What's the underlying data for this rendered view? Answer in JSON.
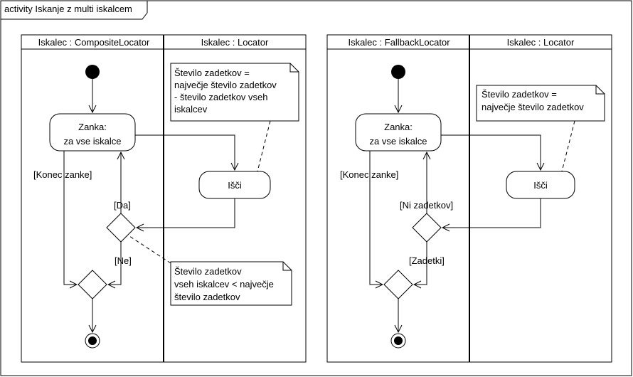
{
  "frame_title": "activity Iskanje z multi iskalcem",
  "left": {
    "lane1_title": "Iskalec : CompositeLocator",
    "lane2_title": "Iskalec : Locator",
    "loop_line1": "Zanka:",
    "loop_line2": "za vse iskalce",
    "search_label": "Išči",
    "end_loop_guard": "[Konec zanke]",
    "guard_yes": "[Da]",
    "guard_no": "[Ne]",
    "note_top": [
      "Število zadetkov =",
      "največje število zadetkov",
      "- število zadetkov vseh",
      "iskalcev"
    ],
    "note_bottom": [
      "Število zadetkov",
      "vseh iskalcev < največje",
      "število zadetkov"
    ]
  },
  "right": {
    "lane1_title": "Iskalec : FallbackLocator",
    "lane2_title": "Iskalec : Locator",
    "loop_line1": "Zanka:",
    "loop_line2": "za vse iskalce",
    "search_label": "Išči",
    "end_loop_guard": "[Konec zanke]",
    "guard_no_hits": "[Ni zadetkov]",
    "guard_hits": "[Zadetki]",
    "note": [
      "Število zadetkov =",
      "največje število zadetkov"
    ]
  }
}
